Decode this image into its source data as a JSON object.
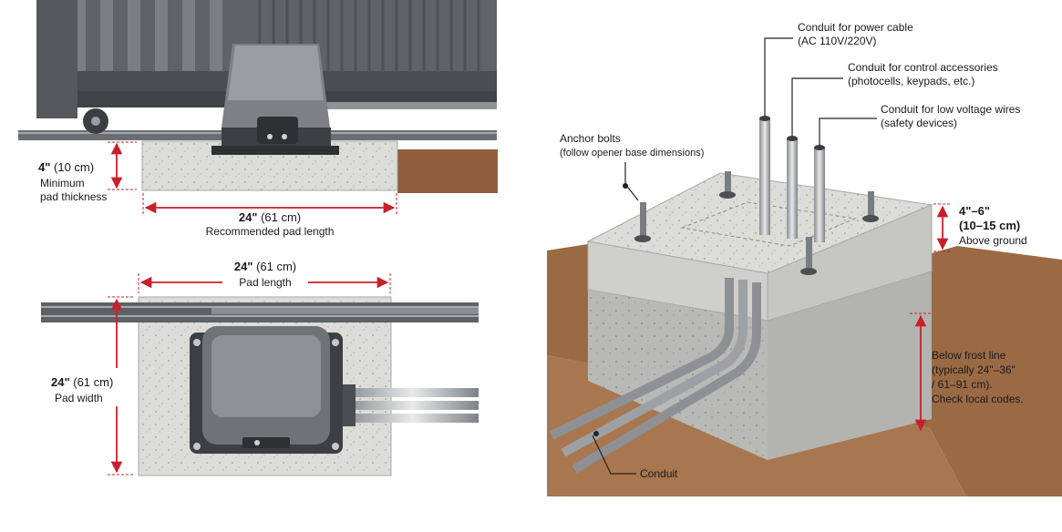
{
  "side_view": {
    "thickness": {
      "value": "4\"",
      "metric": " (10 cm)",
      "line1": "Minimum",
      "line2": "pad thickness"
    },
    "length": {
      "value": "24\"",
      "metric": " (61 cm)",
      "caption": "Recommended pad length"
    }
  },
  "top_view": {
    "length": {
      "value": "24\"",
      "metric": " (61 cm)",
      "caption": "Pad length"
    },
    "width": {
      "value": "24\"",
      "metric": " (61 cm)",
      "caption": "Pad width"
    }
  },
  "foundation": {
    "conduit_power": {
      "line1": "Conduit for power cable",
      "line2": "(AC 110V/220V)"
    },
    "conduit_control": {
      "line1": "Conduit for control accessories",
      "line2": "(photocells, keypads, etc.)"
    },
    "conduit_low_voltage": {
      "line1": "Conduit for low voltage wires",
      "line2": "(safety devices)"
    },
    "anchor_bolts": {
      "line1": "Anchor bolts",
      "line2": "(follow opener base dimensions)"
    },
    "above_ground": {
      "line1": "4\"–6\"",
      "line2": "(10–15 cm)",
      "line3": "Above ground"
    },
    "below_frost": {
      "line1": "Below frost line",
      "line2": "(typically 24\"–36\"",
      "line3": "/ 61–91 cm).",
      "line4": "Check local codes."
    },
    "conduit": {
      "label": "Conduit"
    }
  },
  "colors": {
    "dimension_red": "#c8202a",
    "concrete": "#d9d9d6",
    "soil": "#9a6a45",
    "metal": "#5d6166"
  }
}
